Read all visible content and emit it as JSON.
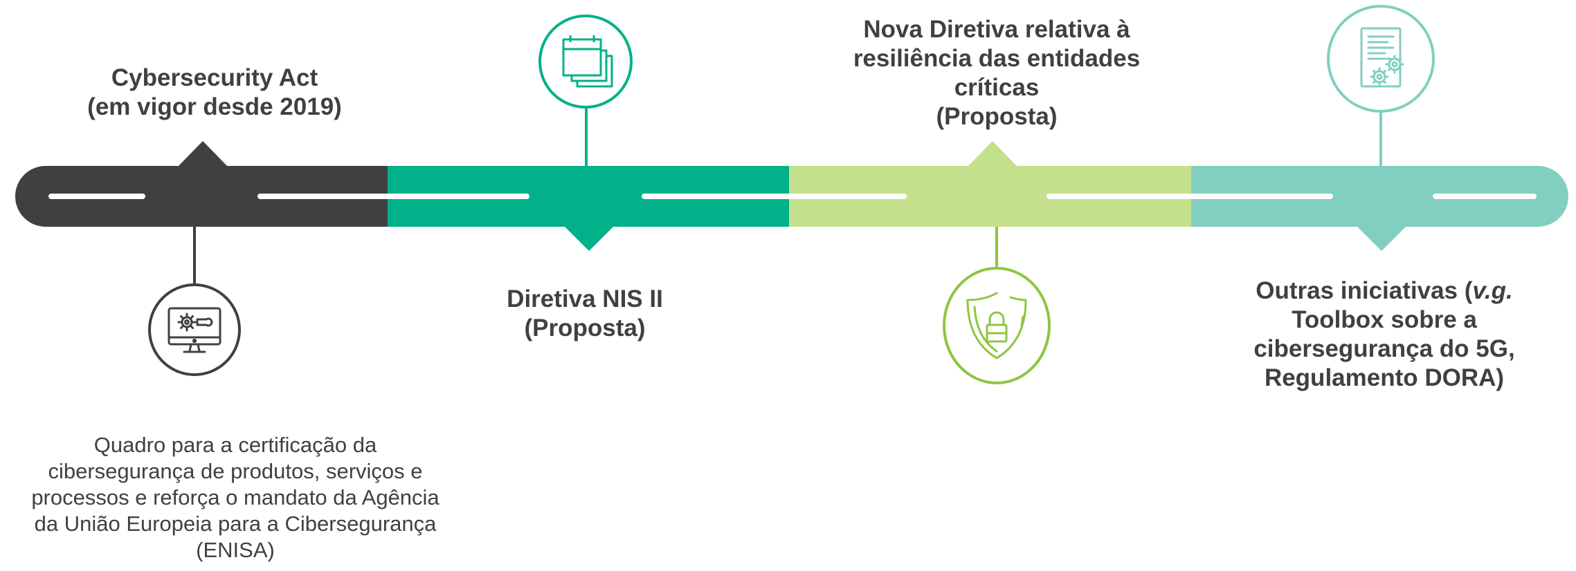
{
  "colors": {
    "segment1": "#404040",
    "segment2": "#00b189",
    "segment3": "#c5e08d",
    "segment4": "#80cfc1",
    "icon3": "#8cc63f",
    "text": "#404040"
  },
  "milestones": [
    {
      "title_lines": [
        "Cybersecurity Act",
        "(em vigor desde 2019)"
      ],
      "icon": "computer-gear-icon",
      "description_lines": [
        "Quadro para a certificação da",
        "cibersegurança de produtos, serviços e",
        "processos e reforça o mandato da Agência",
        "da União Europeia para a Cibersegurança",
        "(ENISA)"
      ]
    },
    {
      "title_lines": [
        "Diretiva NIS II",
        "(Proposta)"
      ],
      "icon": "calendar-icon"
    },
    {
      "title_lines": [
        "Nova Diretiva relativa à",
        "resiliência das entidades",
        "críticas",
        "(Proposta)"
      ],
      "icon": "shield-lock-icon"
    },
    {
      "title_lines": [
        "Outras iniciativas (",
        "v.g.",
        "",
        "Toolbox sobre a",
        "cibersegurança do 5G,",
        "Regulamento DORA)"
      ],
      "icon": "document-gears-icon"
    }
  ]
}
